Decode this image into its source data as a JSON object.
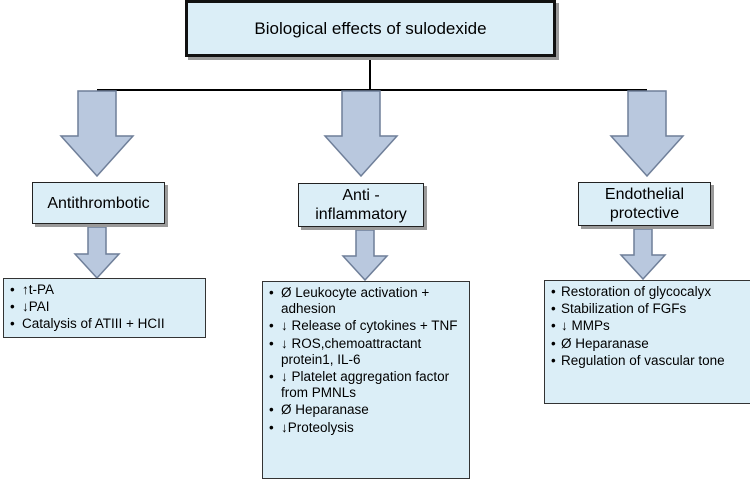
{
  "title": "Biological effects of sulodexide",
  "categories": [
    {
      "label": "Antithrombotic",
      "effects": [
        "↑t-PA",
        "↓PAI",
        "Catalysis of ATIII + HCII"
      ]
    },
    {
      "label_line1": "Anti -",
      "label_line2": "inflammatory",
      "effects": [
        "Ø Leukocyte activation + adhesion",
        "↓ Release of cytokines + TNF",
        "↓ ROS,chemoattractant protein1, IL-6",
        "↓ Platelet aggregation factor from PMNLs",
        " Ø Heparanase",
        "↓Proteolysis"
      ]
    },
    {
      "label_line1": "Endothelial",
      "label_line2": "protective",
      "effects": [
        "Restoration of glycocalyx",
        "Stabilization of FGFs",
        "↓ MMPs",
        "Ø Heparanase",
        "Regulation of vascular tone"
      ]
    }
  ],
  "colors": {
    "box_fill": "#dbeef7",
    "arrow_fill": "#b9c8de",
    "arrow_stroke": "#6f7f99",
    "line": "#000000"
  }
}
